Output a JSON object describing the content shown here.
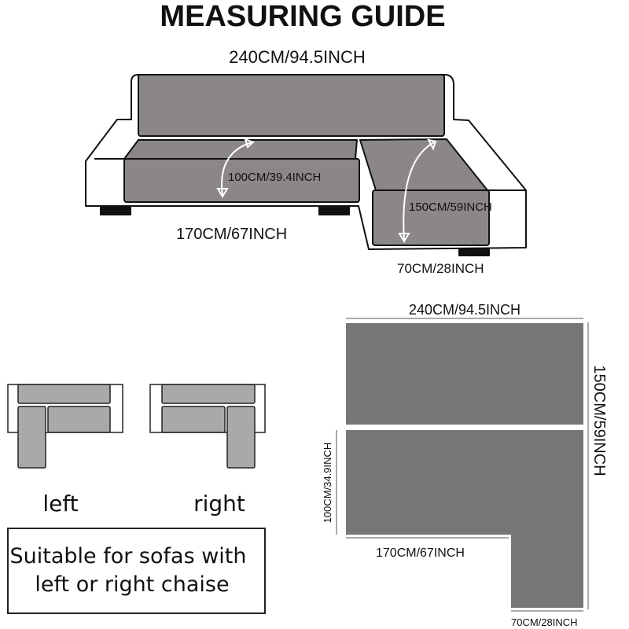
{
  "title": "MEASURING GUIDE",
  "sofa": {
    "width_label": "240CM/94.5INCH",
    "seat_depth_label": "100CM/39.4INCH",
    "chaise_length_label": "150CM/59INCH",
    "seat_width_label": "170CM/67INCH",
    "chaise_width_label": "70CM/28INCH"
  },
  "flat_layout": {
    "top_label": "240CM/94.5INCH",
    "right_label": "150CM/59INCH",
    "left_label": "100CM/34.9INCH",
    "bottom_label": "170CM/67INCH",
    "chaise_label": "70CM/28INCH"
  },
  "orientation": {
    "left_label": "left",
    "right_label": "right"
  },
  "note": {
    "line1": "Suitable for sofas with",
    "line2": "left or right chaise"
  },
  "colors": {
    "cover": "#8a8786",
    "flat": "#787675",
    "icon": "#a9a9a9",
    "outline": "#111111"
  }
}
